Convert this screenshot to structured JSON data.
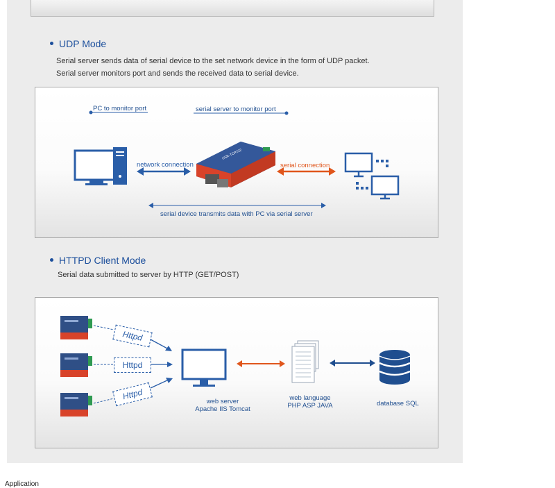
{
  "udp": {
    "title": "UDP Mode",
    "desc_line1": "Serial server sends data of serial device to the set network device in the form of UDP packet.",
    "desc_line2": "Serial server monitors port and sends the received data to serial device.",
    "diagram": {
      "pc_monitor_label": "PC to monitor port",
      "server_monitor_label": "serial server to monitor port",
      "network_label": "network connection",
      "serial_label": "serial connection",
      "bottom_label": "serial device transmits data with PC via serial server"
    }
  },
  "httpd": {
    "title": "HTTPD Client Mode",
    "desc": "Serial data submitted to server by HTTP (GET/POST)",
    "diagram": {
      "httpd_tag_1": "Httpd",
      "httpd_tag_2": "Httpd",
      "httpd_tag_3": "Httpd",
      "webserver_line1": "web server",
      "webserver_line2": "Apache IIS Tomcat",
      "weblang_line1": "web language",
      "weblang_line2": "PHP ASP JAVA",
      "database_label": "database SQL"
    }
  },
  "footer": {
    "partial_text": "Application"
  },
  "colors": {
    "heading_blue": "#1c4f9c",
    "arrow_blue": "#2a5ea8",
    "arrow_orange": "#e0561c",
    "device_red": "#d8432a"
  }
}
